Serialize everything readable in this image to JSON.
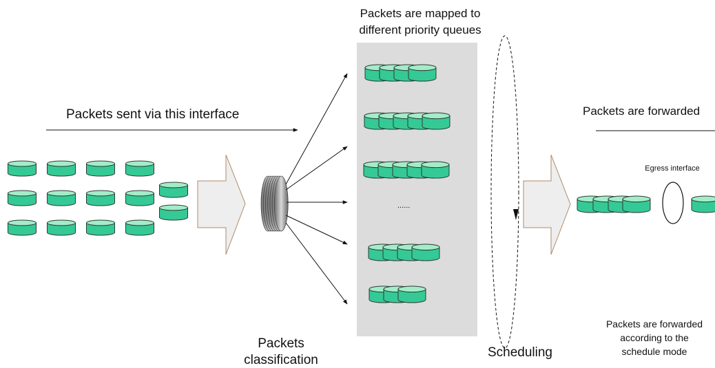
{
  "labels": {
    "sent_via_interface": "Packets sent via this interface",
    "mapped_line1": "Packets are mapped to",
    "mapped_line2": "different priority queues",
    "classification_line1": "Packets",
    "classification_line2": "classification",
    "scheduling": "Scheduling",
    "forwarded_top": "Packets are forwarded",
    "egress_interface": "Egress interface",
    "forwarded_line1": "Packets are forwarded",
    "forwarded_line2": "according to the",
    "forwarded_line3": "schedule mode",
    "ellipsis": "......"
  },
  "colors": {
    "packet_fill": "#a4ecc8",
    "packet_side": "#35c996",
    "packet_stroke": "#2a3b34",
    "queue_panel": "#dcdcdc",
    "big_arrow_fill": "#eeeeee",
    "big_arrow_stroke": "#b08a6a"
  },
  "queues": [
    {
      "packets": 4
    },
    {
      "packets": 5
    },
    {
      "packets": 5
    },
    {
      "packets": 0
    },
    {
      "packets": 4
    },
    {
      "packets": 3
    }
  ]
}
